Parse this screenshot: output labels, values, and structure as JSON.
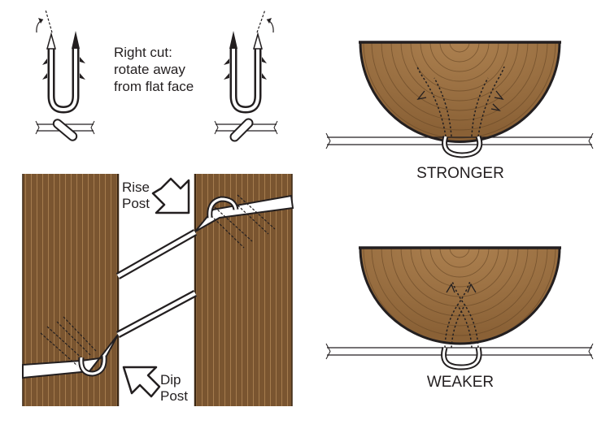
{
  "instruction": {
    "line1": "Right cut:",
    "line2": "rotate away",
    "line3": "from flat face"
  },
  "posts": {
    "rise_line1": "Rise",
    "rise_line2": "Post",
    "dip_line1": "Dip",
    "dip_line2": "Post"
  },
  "comparison": {
    "stronger": "STRONGER",
    "weaker": "WEAKER"
  },
  "colors": {
    "wood": "#7a5530",
    "wood_light": "#a77b4c",
    "outline": "#231f20"
  }
}
